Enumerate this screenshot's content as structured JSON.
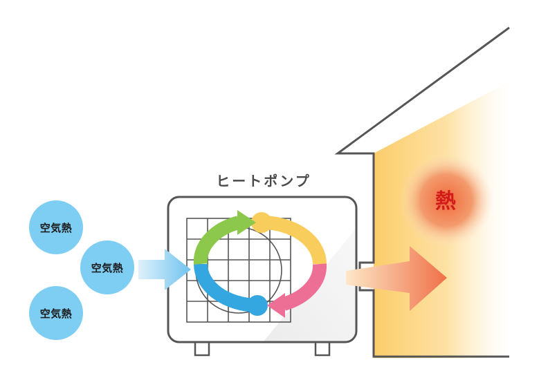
{
  "diagram": {
    "unit_label": "ヒートポンプ",
    "heat_label": "熱",
    "air_heat_labels": [
      "空気熱",
      "空気熱",
      "空気熱"
    ]
  },
  "colors": {
    "air": "#7ecdf3",
    "house_fill": "#fbcf6e",
    "house_outline": "#555555",
    "cycle_green": "#8cc84b",
    "cycle_yellow": "#f8cd5c",
    "cycle_pink": "#ee6f96",
    "cycle_blue": "#35a7e0",
    "output_arrow": "#f07f4c",
    "heat_core": "#f0693a",
    "heat_text": "#d21a1a"
  },
  "icons": {
    "unit": "heat-pump-unit-icon",
    "house": "house-icon",
    "cycle": "refrigerant-cycle-icon"
  }
}
